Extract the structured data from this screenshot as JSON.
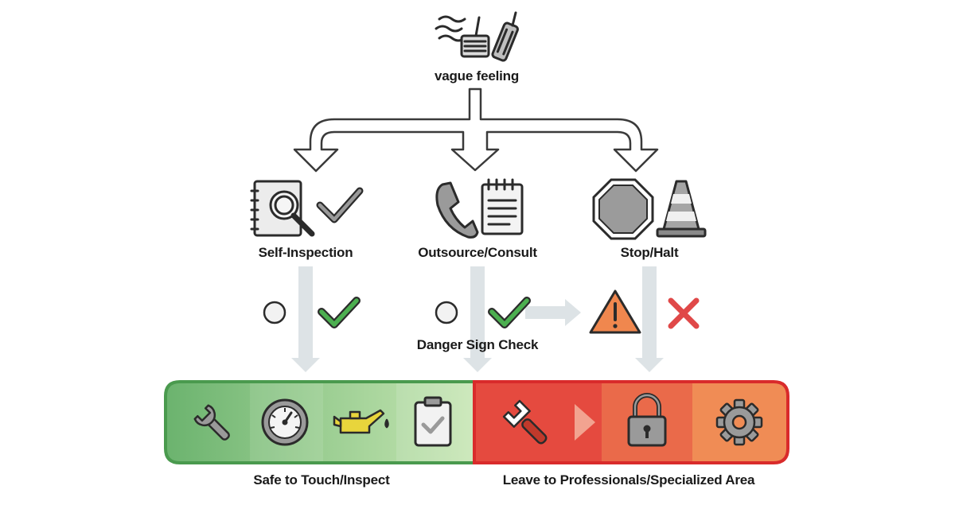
{
  "top": {
    "label": "vague feeling",
    "icon": "pedals-vibration-icon"
  },
  "branches": [
    {
      "label": "Self-Inspection",
      "icons": [
        "notebook-magnifier-icon",
        "check-icon"
      ]
    },
    {
      "label": "Outsource/Consult",
      "icons": [
        "phone-icon",
        "notepad-icon"
      ]
    },
    {
      "label": "Stop/Halt",
      "icons": [
        "stop-sign-icon",
        "traffic-cone-icon"
      ]
    }
  ],
  "danger_check": {
    "label": "Danger Sign Check",
    "icons": [
      "circle-icon",
      "check-icon",
      "circle-icon",
      "check-icon",
      "warning-icon",
      "cross-icon"
    ]
  },
  "bar": {
    "safe_label": "Safe to Touch/Inspect",
    "pro_label": "Leave to Professionals/Specialized Area",
    "safe_icons": [
      "wrench-icon",
      "gauge-icon",
      "oil-can-icon",
      "clipboard-check-icon"
    ],
    "pro_icons": [
      "adjustable-wrench-icon",
      "padlock-icon",
      "gear-icon"
    ]
  },
  "colors": {
    "green_border": "#4a9a4e",
    "red_border": "#d92b2b",
    "check_green": "#4caf50",
    "warning_orange": "#f0874e",
    "cross_red": "#e04848",
    "flow_gray": "#dde3e6"
  }
}
